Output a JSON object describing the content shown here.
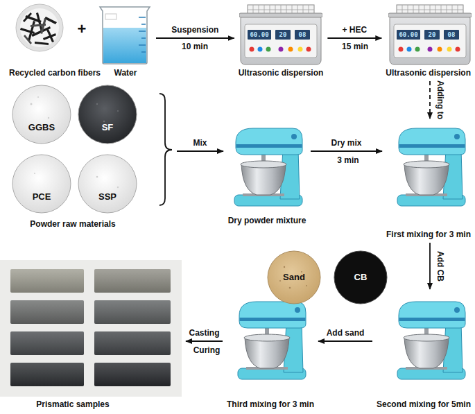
{
  "diagram": {
    "nodes": [
      {
        "text": [
          "Recycled carbon fibers"
        ]
      },
      {
        "text": [
          "Water"
        ]
      },
      {
        "text": [
          "Ultrasonic dispersion"
        ]
      },
      {
        "text": [
          "Ultrasonic dispersion"
        ]
      },
      {
        "text": [
          "Powder raw materials"
        ]
      },
      {
        "text": [
          "GGBS"
        ],
        "in": 4
      },
      {
        "text": [
          "SF"
        ],
        "in": 4
      },
      {
        "text": [
          "PCE"
        ],
        "in": 4
      },
      {
        "text": [
          "SSP"
        ],
        "in": 4
      },
      {
        "text": [
          "Dry powder mixture"
        ]
      },
      {
        "text": [
          "First mixing for 3 min"
        ]
      },
      {
        "text": [
          "Sand"
        ]
      },
      {
        "text": [
          "CB"
        ]
      },
      {
        "text": [
          "Second mixing for 5min"
        ]
      },
      {
        "text": [
          "Third mixing for 3 min"
        ]
      },
      {
        "text": [
          "Prismatic samples"
        ]
      }
    ],
    "edges": [
      {
        "from": 1,
        "to": 2,
        "arrow": "to",
        "label": "Suspension"
      },
      {
        "from": 2,
        "to": 3,
        "arrow": "to",
        "label": "+ HEC"
      },
      {
        "from": 3,
        "to": 10,
        "arrow": "to",
        "label": "Adding to"
      },
      {
        "from": 4,
        "to": 9,
        "arrow": "to",
        "label": "Mix"
      },
      {
        "from": 9,
        "to": 10,
        "arrow": "to",
        "label": "Dry mix"
      },
      {
        "from": 10,
        "to": 13,
        "arrow": "to",
        "label": "Add CB"
      },
      {
        "from": 13,
        "to": 14,
        "arrow": "to",
        "label": "Add sand"
      },
      {
        "from": 14,
        "to": 15,
        "arrow": "to",
        "label": "Casting"
      }
    ],
    "labels": [
      "+",
      "10 min",
      "15 min",
      "3 min",
      "Curing",
      "60.00",
      "20",
      "08",
      "60.00",
      "20",
      "08"
    ]
  }
}
